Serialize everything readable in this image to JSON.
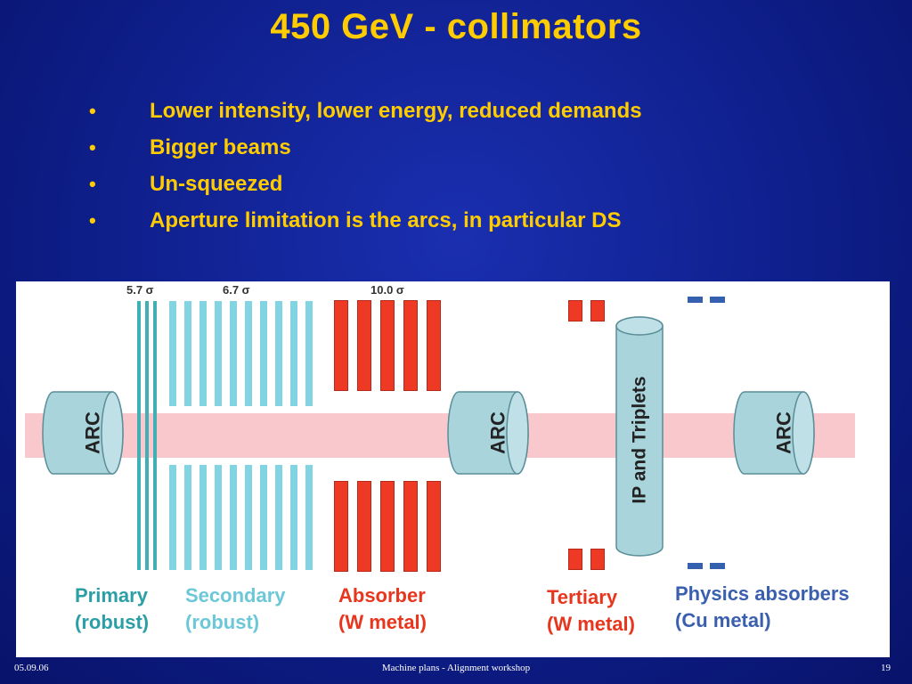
{
  "slide": {
    "title": "450 GeV - collimators",
    "bullets": [
      "Lower intensity, lower energy, reduced demands",
      "Bigger beams",
      "Un-squeezed",
      "Aperture limitation is the arcs, in particular DS"
    ],
    "bullet_glyph": "•"
  },
  "diagram": {
    "sigma_labels": [
      "5.7 σ",
      "6.7 σ",
      "10.0 σ"
    ],
    "arc_label": "ARC",
    "ip_label": "IP and Triplets",
    "categories": [
      {
        "line1": "Primary",
        "line2": "(robust)",
        "color": "#2c9fa6"
      },
      {
        "line1": "Secondary",
        "line2": "(robust)",
        "color": "#6cc8d8"
      },
      {
        "line1": "Absorber",
        "line2": "(W metal)",
        "color": "#e8361e"
      },
      {
        "line1": "Tertiary",
        "line2": "(W metal)",
        "color": "#e8361e"
      },
      {
        "line1": "Physics absorbers",
        "line2": "(Cu metal)",
        "color": "#3a5fae"
      }
    ],
    "colors": {
      "primary": "#40b0b4",
      "secondary": "#82d4e2",
      "absorber": "#ee3a24",
      "physics": "#3560b0",
      "beam": "#f8c8cc",
      "arc_fill": "#a9d4dc"
    }
  },
  "footer": {
    "date": "05.09.06",
    "center": "Machine plans - Alignment workshop",
    "page": "19"
  }
}
